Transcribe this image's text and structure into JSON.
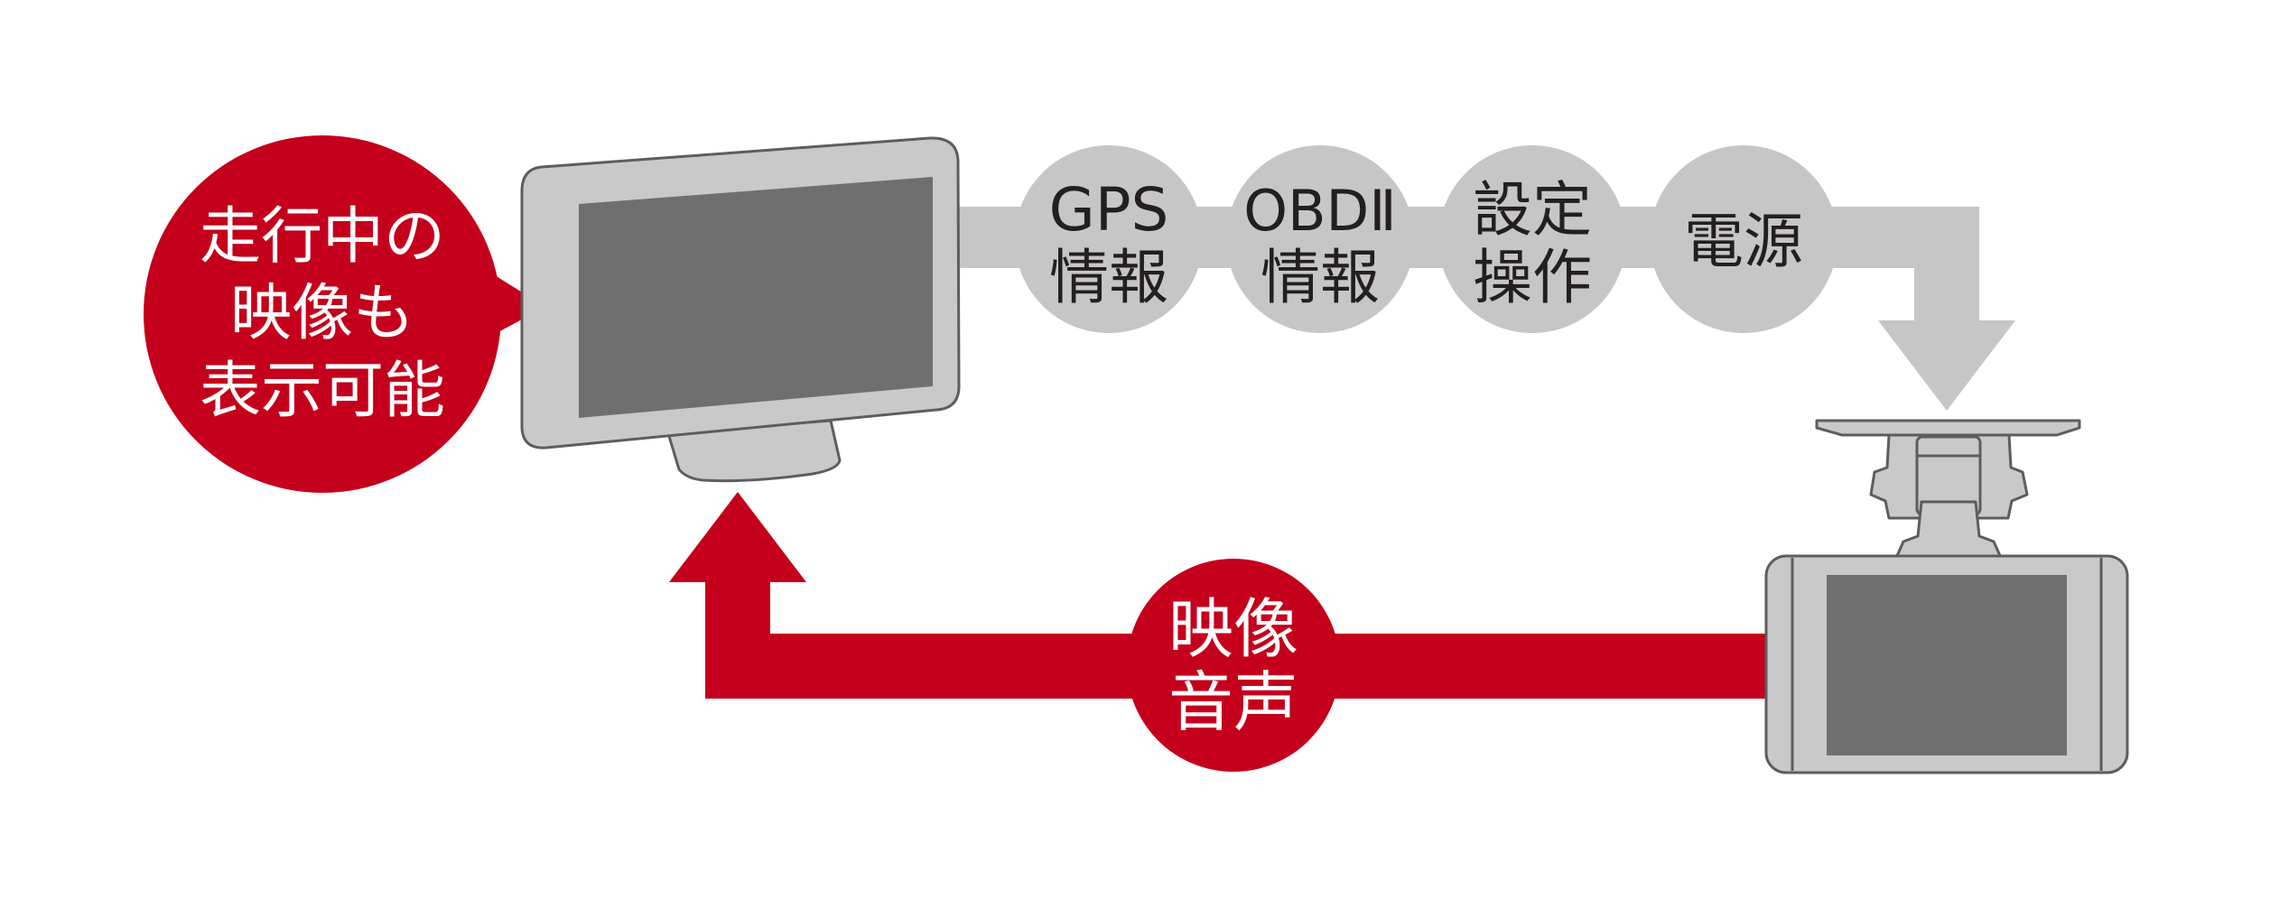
{
  "bubble": {
    "lines": [
      "走行中の",
      "映像も",
      "表示可能"
    ]
  },
  "top_flow": {
    "items": [
      {
        "lines": [
          "GPS",
          "情報"
        ]
      },
      {
        "lines": [
          "OBDⅡ",
          "情報"
        ]
      },
      {
        "lines": [
          "設定",
          "操作"
        ]
      },
      {
        "lines": [
          "電源"
        ]
      }
    ]
  },
  "bottom_flow": {
    "lines": [
      "映像",
      "音声"
    ]
  },
  "colors": {
    "accent_red": "#c4001c",
    "flow_gray": "#c6c6c6",
    "device_body": "#c9c9ca",
    "screen": "#706f6f",
    "outline": "#5d5d5d",
    "text_dark": "#231f20",
    "text_light": "#ffffff"
  }
}
